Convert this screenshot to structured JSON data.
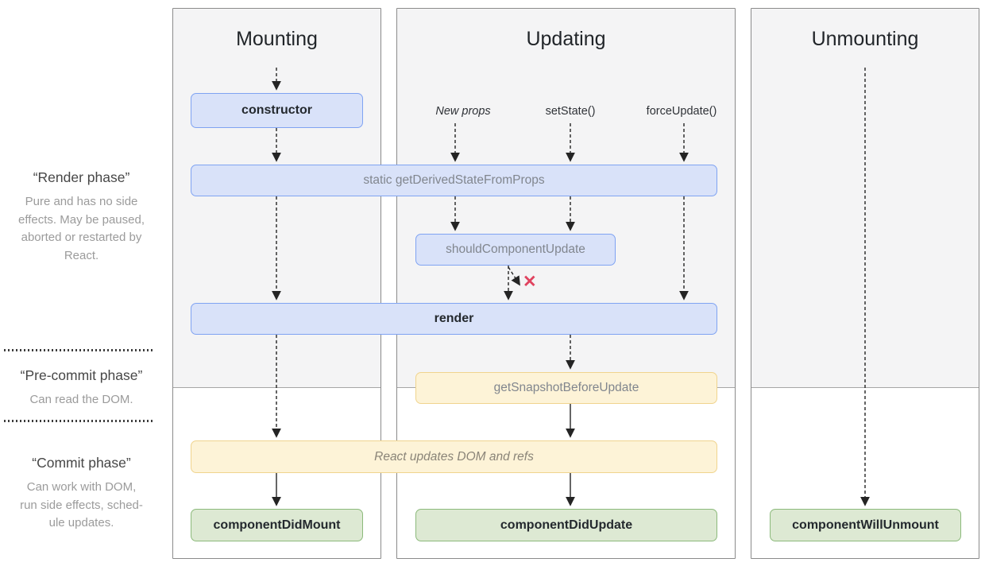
{
  "sidebar": {
    "phases": [
      {
        "title": "“Render phase”",
        "description": "Pure and has no side\neffects. May be paused,\naborted or restarted by\nReact."
      },
      {
        "title": "“Pre-commit phase”",
        "description": "Can read the DOM."
      },
      {
        "title": "“Commit phase”",
        "description": "Can work with DOM,\nrun side effects, sched-\nule updates."
      }
    ]
  },
  "columns": [
    {
      "title": "Mounting"
    },
    {
      "title": "Updating"
    },
    {
      "title": "Unmounting"
    }
  ],
  "triggers": {
    "new_props": "New props",
    "set_state": "setState()",
    "force_update": "forceUpdate()"
  },
  "boxes": {
    "constructor": "constructor",
    "get_derived_state_from_props": "static getDerivedStateFromProps",
    "should_component_update": "shouldComponentUpdate",
    "render": "render",
    "get_snapshot_before_update": "getSnapshotBeforeUpdate",
    "react_updates": "React updates DOM and refs",
    "component_did_mount": "componentDidMount",
    "component_did_update": "componentDidUpdate",
    "component_will_unmount": "componentWillUnmount"
  },
  "icons": {
    "skip_update_mark": "✕"
  },
  "colors": {
    "box_blue_bg": "#d9e2f9",
    "box_blue_border": "#7fa3f2",
    "box_yellow_bg": "#fdf3d7",
    "box_yellow_border": "#f0d48e",
    "box_green_bg": "#dde9d3",
    "box_green_border": "#8cba7b",
    "x_mark_color": "#e0435f",
    "zone_bg": "#f4f4f5"
  }
}
